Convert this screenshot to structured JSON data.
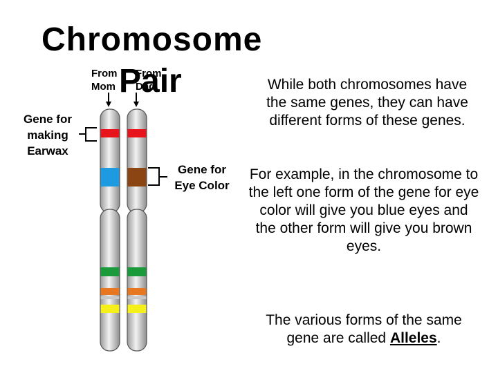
{
  "title": {
    "line1": "Chromosome",
    "line2": "Pair"
  },
  "sources": {
    "left": "From Mom",
    "right": "From Dad"
  },
  "gene_labels": {
    "earwax": "Gene for making Earwax",
    "eye": "Gene for Eye Color"
  },
  "text": {
    "p1": "While both chromosomes have the same genes, they can have different forms of these genes.",
    "p2": "For example, in the chromosome to the left one form of the gene for eye color will give you blue eyes and the other form will give you brown eyes.",
    "p3_prefix": "The various forms of the same gene are called ",
    "p3_term": "Alleles",
    "p3_suffix": "."
  },
  "colors": {
    "chromosome_body": "#d8d8d8",
    "earwax_band": "#e8141c",
    "eye_mom_band": "#1e9ae0",
    "eye_dad_band": "#8b4513",
    "green_band": "#1a9a3a",
    "orange_band": "#e87722",
    "yellow_band": "#f5ef1a"
  }
}
